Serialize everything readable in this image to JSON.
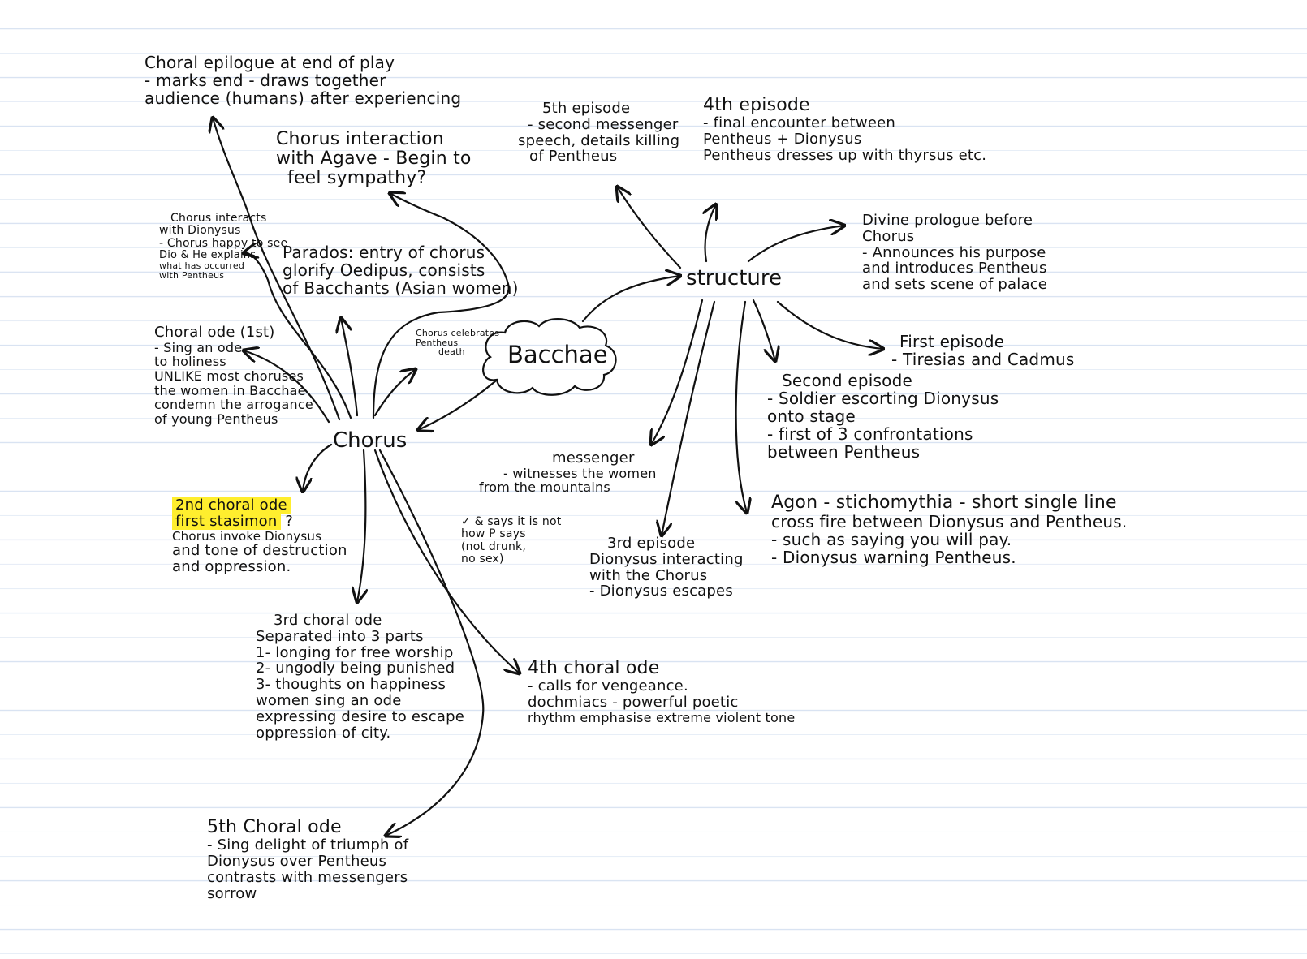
{
  "central": {
    "title": "Bacchae"
  },
  "hubs": {
    "chorus": "Chorus",
    "structure": "structure"
  },
  "colors": {
    "ink": "#111111",
    "highlight": "#ffee2e",
    "ruled_line": "#d9e3f2"
  },
  "chorus_branches": {
    "choral_epilogue": [
      "Choral epilogue at end of play",
      "- marks end - draws together",
      "audience (humans) after experiencing"
    ],
    "chorus_agave": [
      "Chorus interaction",
      "with Agave - Begin to",
      "feel sympathy?"
    ],
    "chorus_dionysus": [
      "Chorus interacts",
      "with Dionysus",
      "- Chorus happy to see",
      "Dio & He explains",
      "what has occurred",
      "with Pentheus"
    ],
    "parados": [
      "Parados: entry of chorus",
      "glorify Oedipus, consists",
      "of Bacchants (Asian women)"
    ],
    "celebrates": [
      "Chorus celebrates",
      "Pentheus",
      "death"
    ],
    "first_ode": [
      "Choral ode (1st)",
      "- Sing an ode",
      "to holiness",
      "UNLIKE most choruses",
      "the women in Bacchae",
      "condemn the arrogance",
      "of young Pentheus"
    ],
    "second_ode": {
      "highlighted": [
        "2nd choral ode",
        "first stasimon"
      ],
      "mark": "?",
      "lines": [
        "Chorus invoke Dionysus",
        "and tone of destruction",
        "and oppression."
      ]
    },
    "third_ode": [
      "3rd choral ode",
      "Separated into 3 parts",
      "1- longing for free worship",
      "2- ungodly being punished",
      "3- thoughts on happiness",
      "women sing an ode",
      "expressing desire to escape",
      "oppression of city."
    ],
    "fourth_ode": [
      "4th choral ode",
      "- calls for vengeance.",
      "dochmiacs - powerful poetic",
      "rhythm emphasise extreme violent tone"
    ],
    "fifth_ode": [
      "5th Choral ode",
      "- Sing delight of triumph of",
      "Dionysus over Pentheus",
      "contrasts with messengers",
      "sorrow"
    ]
  },
  "structure_branches": {
    "fifth_episode": [
      "5th episode",
      "- second messenger",
      "speech, details killing",
      "of Pentheus"
    ],
    "fourth_episode": [
      "4th episode",
      "- final encounter between",
      "Pentheus + Dionysus",
      "Pentheus dresses up with thyrsus etc."
    ],
    "prologue": [
      "Divine prologue before",
      "Chorus",
      "- Announces his purpose",
      "and introduces Pentheus",
      "and sets scene of palace"
    ],
    "first_episode": [
      "First episode",
      "- Tiresias and Cadmus"
    ],
    "second_episode": [
      "Second episode",
      "- Soldier escorting Dionysus",
      "onto stage",
      "- first of 3 confrontations",
      "between Pentheus"
    ],
    "messenger": [
      "messenger",
      "- witnesses the women",
      "from the mountains"
    ],
    "messenger_note": [
      "✓ & says it is not",
      "how P says",
      "(not drunk,",
      "no sex)"
    ],
    "third_episode": [
      "3rd episode",
      "Dionysus interacting",
      "with the Chorus",
      "- Dionysus escapes"
    ],
    "agon": [
      "Agon - stichomythia - short single line",
      "cross fire between Dionysus and Pentheus.",
      "- such as saying you will pay.",
      "- Dionysus warning Pentheus."
    ]
  }
}
